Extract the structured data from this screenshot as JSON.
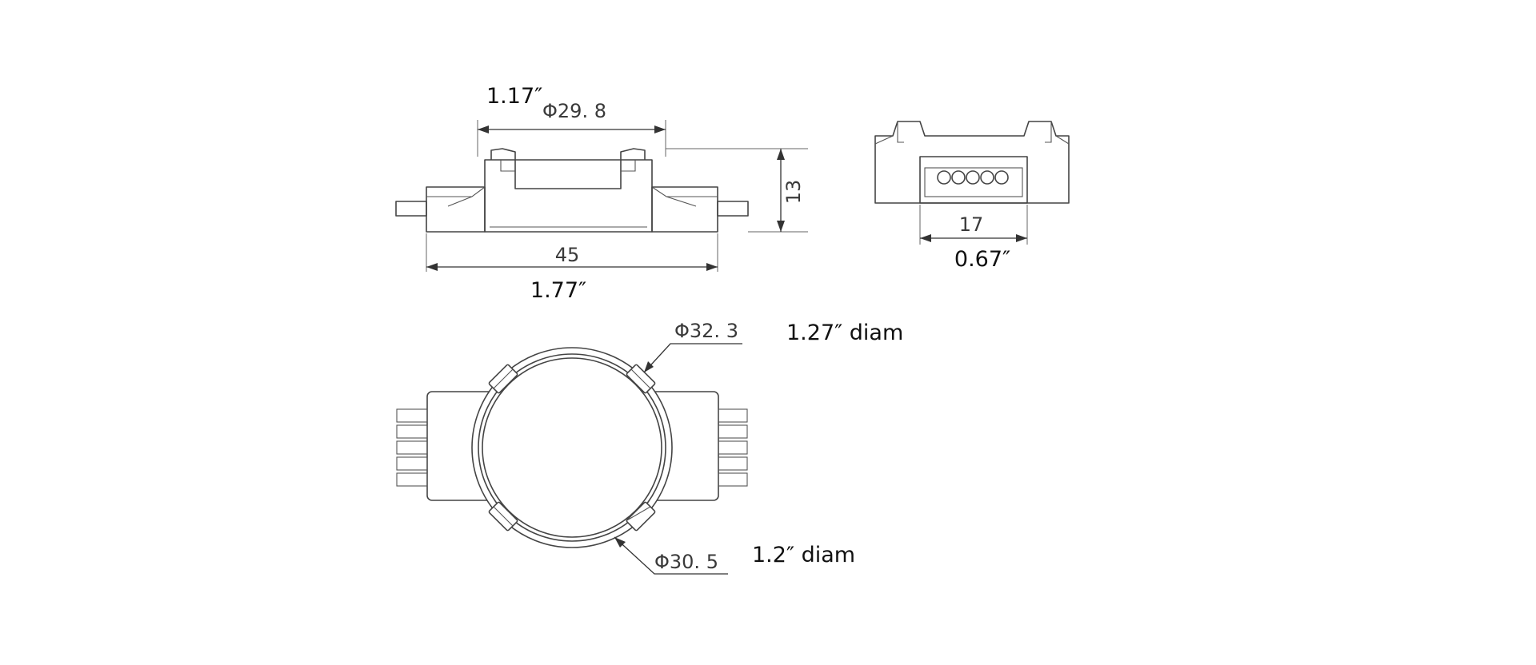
{
  "side_view": {
    "diameter_mm": "Φ29. 8",
    "diameter_in": "1.17″",
    "length_mm": "45",
    "length_in": "1.77″",
    "height_mm": "13"
  },
  "end_view": {
    "width_mm": "17",
    "width_in": "0.67″"
  },
  "top_view": {
    "outer_diameter_mm": "Φ32. 3",
    "outer_diameter_in": "1.27″ diam",
    "inner_diameter_mm": "Φ30. 5",
    "inner_diameter_in": "1.2″ diam"
  }
}
